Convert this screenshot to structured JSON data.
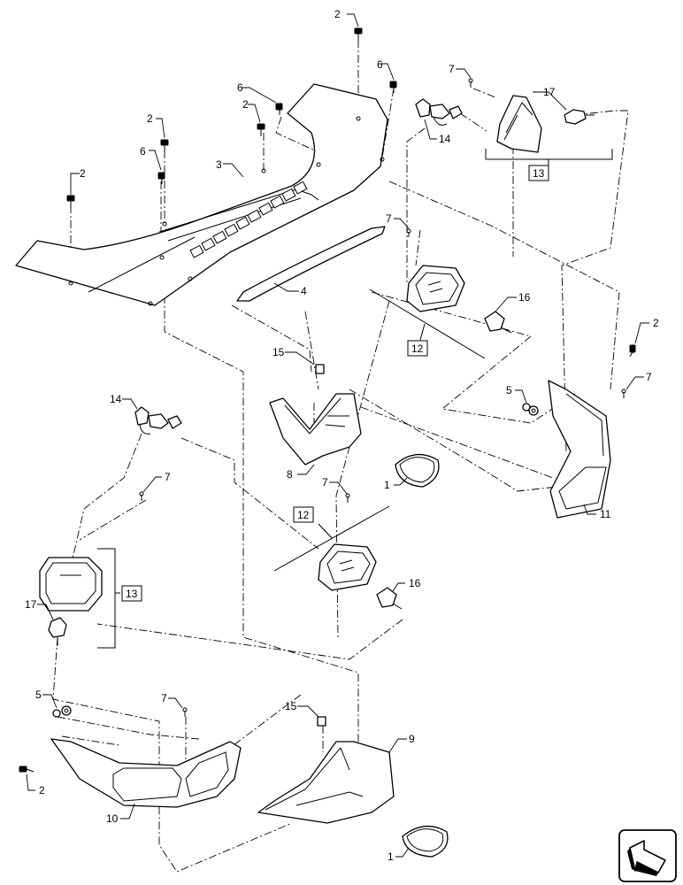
{
  "diagram": {
    "callouts": {
      "c1_top": "1",
      "c1_bottom": "1",
      "c2_top": "2",
      "c2_a": "2",
      "c2_b": "2",
      "c2_c": "2",
      "c2_right": "2",
      "c2_bottom": "2",
      "c3": "3",
      "c4": "4",
      "c5_right": "5",
      "c5_left": "5",
      "c6_a": "6",
      "c6_b": "6",
      "c6_c": "6",
      "c7_a": "7",
      "c7_b": "7",
      "c7_c": "7",
      "c7_d": "7",
      "c7_e": "7",
      "c7_f": "7",
      "c8": "8",
      "c9": "9",
      "c10": "10",
      "c11": "11",
      "c12_top": "12",
      "c12_mid": "12",
      "c13_top": "13",
      "c13_left": "13",
      "c14_top": "14",
      "c14_left": "14",
      "c15_top": "15",
      "c15_bottom": "15",
      "c16_top": "16",
      "c16_mid": "16",
      "c17_top": "17",
      "c17_left": "17"
    },
    "nav_icon": "previous-page-arrow-icon"
  }
}
